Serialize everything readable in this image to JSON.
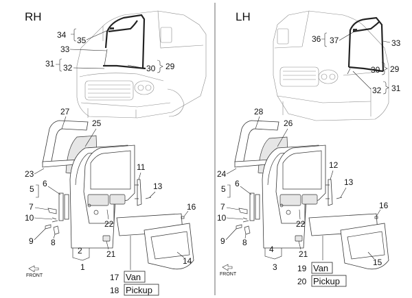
{
  "panels": {
    "rh": {
      "title": "RH"
    },
    "lh": {
      "title": "LH"
    }
  },
  "callouts": {
    "rh": {
      "c34": "34",
      "c35": "35",
      "c33": "33",
      "c31": "31",
      "c32": "32",
      "c30": "30",
      "c29": "29",
      "c27": "27",
      "c25": "25",
      "c23": "23",
      "c5": "5",
      "c6": "6",
      "c7": "7",
      "c10": "10",
      "c9": "9",
      "c8": "8",
      "c11": "11",
      "c13": "13",
      "c16": "16",
      "c22": "22",
      "c2": "2",
      "c1": "1",
      "c21": "21",
      "c14": "14",
      "c17": "17",
      "c18": "18",
      "van": "Van",
      "pickup": "Pickup",
      "front": "FRONT"
    },
    "lh": {
      "c36": "36",
      "c37": "37",
      "c33": "33",
      "c30": "30",
      "c29": "29",
      "c32": "32",
      "c31": "31",
      "c28": "28",
      "c26": "26",
      "c24": "24",
      "c5": "5",
      "c6": "6",
      "c7": "7",
      "c10": "10",
      "c9": "9",
      "c8": "8",
      "c12": "12",
      "c13": "13",
      "c16": "16",
      "c22": "22",
      "c4": "4",
      "c3": "3",
      "c21": "21",
      "c15": "15",
      "c19": "19",
      "c20": "20",
      "van": "Van",
      "pickup": "Pickup",
      "front": "FRONT"
    }
  }
}
